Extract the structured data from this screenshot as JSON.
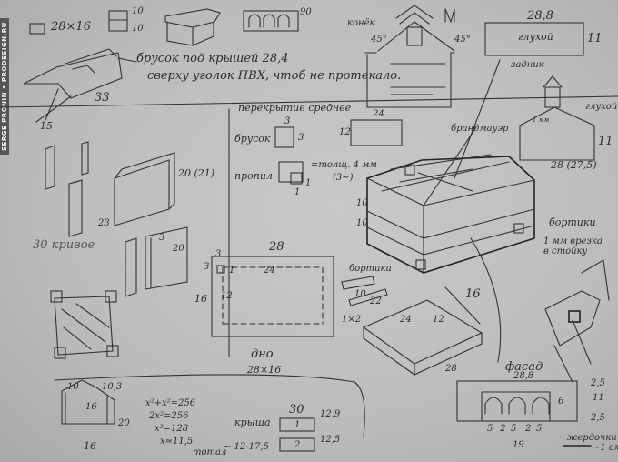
{
  "watermark": "SERGE PRONIN • PRODESIGN.RU",
  "top": {
    "size": "28×16",
    "h1": "10",
    "h2": "10",
    "roof_note1": "брусок под крышей 28,4",
    "roof_note2": "сверху уголок ПВХ, чтоб не протекало.",
    "len": "33",
    "w": "15",
    "angle": "90",
    "ridge": "конёк",
    "ang1": "45°",
    "ang2": "45°"
  },
  "side_panel": {
    "w": "28,8",
    "label": "глухой",
    "h": "11"
  },
  "back": {
    "label": "задник",
    "w": "28 (27,5)",
    "h": "11",
    "roof": "глухой",
    "gap": "1 мм",
    "pipe_note": "брандмауэр"
  },
  "middle": {
    "title": "перекрытие среднее",
    "brusok": "брусок",
    "b_w": "3",
    "b_h": "3",
    "propil": "пропил",
    "p_1a": "1",
    "p_1b": "1",
    "thick": "=толщ. 4 мм",
    "thick2": "(3~)",
    "panel_w": "24",
    "panel_h": "12"
  },
  "left": {
    "h1": "20 (21)",
    "h2": "23",
    "h3": "20",
    "crooked": "30 кривое",
    "n3": "3"
  },
  "bottom": {
    "w": "28",
    "t": "3",
    "t2": "3",
    "inner_w": "24",
    "inner_h": "12",
    "h": "16",
    "one": "1",
    "label": "дно",
    "size": "28×16",
    "bortiki": "бортики",
    "b10": "10",
    "b22": "22",
    "b1x2": "1×2",
    "tray24": "24",
    "tray12": "12",
    "tray16": "16",
    "tray28": "28"
  },
  "right": {
    "bortiki": "бортики",
    "cut": "1 мм врезка в стойку",
    "dim10a": "10",
    "dim10b": "10"
  },
  "facade": {
    "label": "фасад",
    "w": "28,8",
    "h_top": "2,5",
    "h_mid": "11",
    "h_bot": "2,5",
    "a": "5",
    "b": "2",
    "c": "5",
    "d": "2",
    "e": "5",
    "total": "19",
    "door": "жердочки",
    "rod": "~1 см",
    "six": "6"
  },
  "calc": {
    "left_a": "10",
    "left_b": "10,3",
    "left_h": "16",
    "left_c": "20",
    "left_w": "16",
    "eq1": "x²+x²=256",
    "eq2": "2x²=256",
    "eq3": "x²=128",
    "eq4": "x≈11,5",
    "roof": "крыша",
    "roof_w": "30",
    "r1": "1",
    "r1h": "12,9",
    "r2": "2",
    "r2h": "12,5",
    "range": "~ 12-17,5",
    "total": "тотал"
  }
}
